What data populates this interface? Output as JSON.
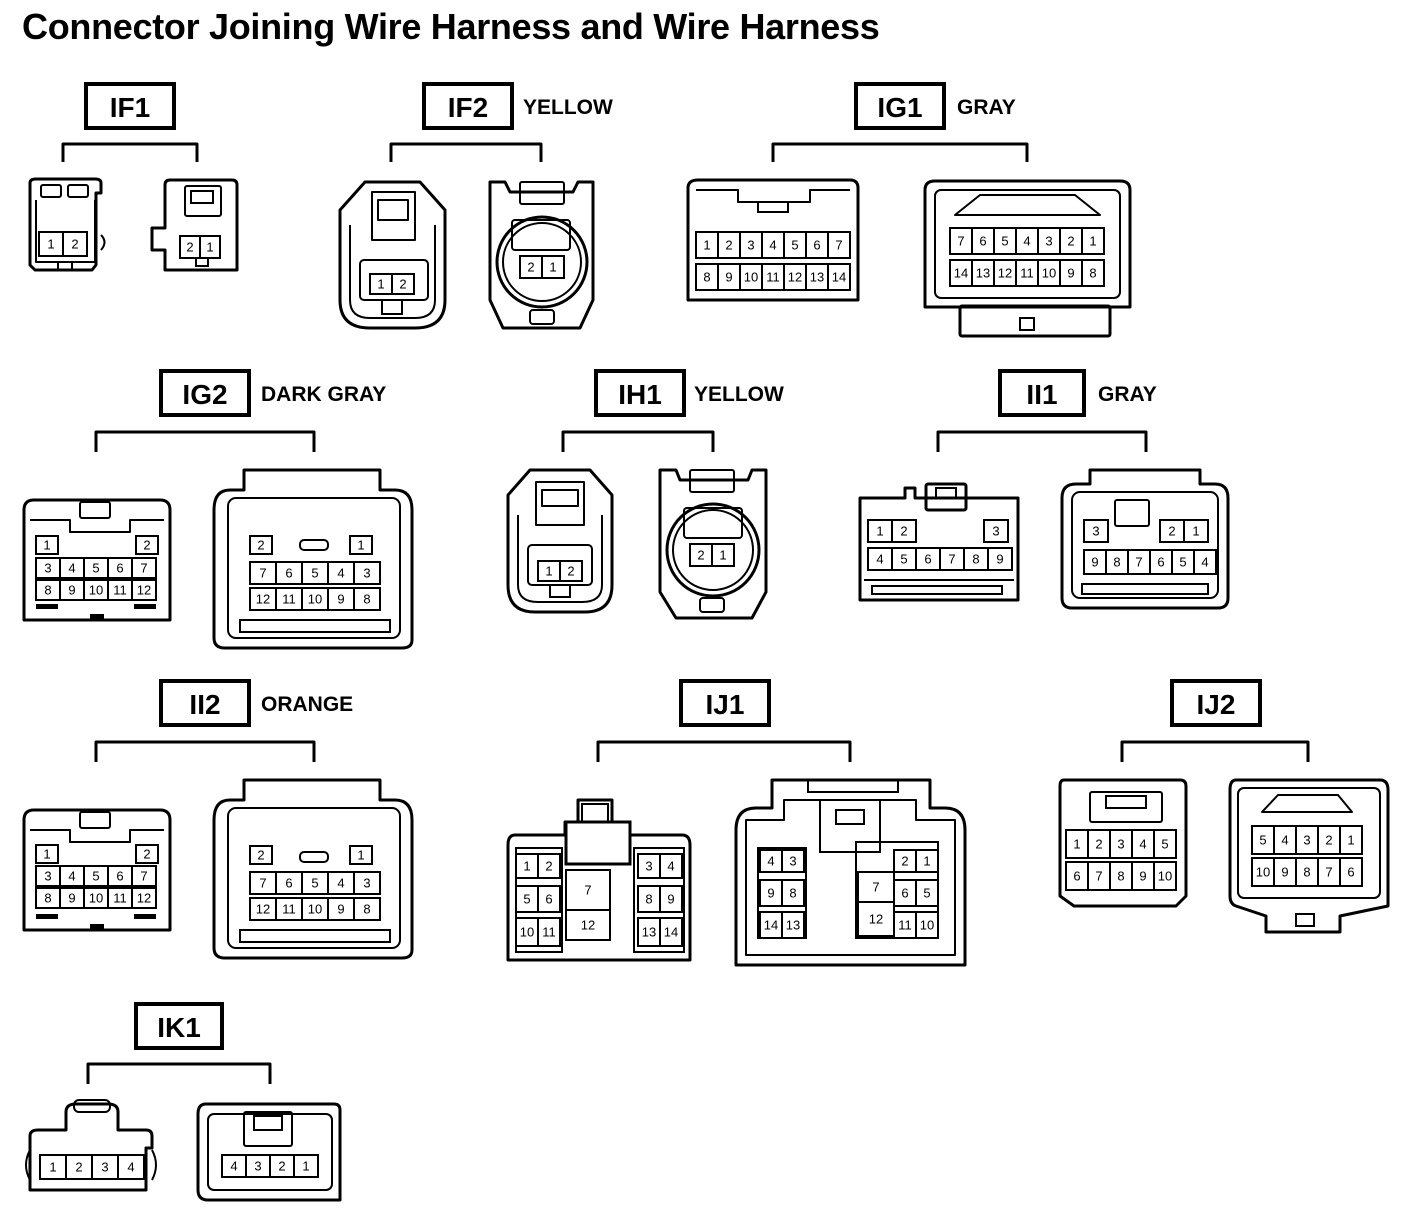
{
  "title": "Connector Joining Wire Harness and Wire Harness",
  "connectors": [
    {
      "id": "IF1",
      "color": "",
      "left": {
        "rows": [
          [
            "1",
            "2"
          ]
        ]
      },
      "right": {
        "rows": [
          [
            "2",
            "1"
          ]
        ]
      }
    },
    {
      "id": "IF2",
      "color": "YELLOW",
      "left": {
        "rows": [
          [
            "1",
            "2"
          ]
        ]
      },
      "right": {
        "rows": [
          [
            "2",
            "1"
          ]
        ]
      }
    },
    {
      "id": "IG1",
      "color": "GRAY",
      "left": {
        "rows": [
          [
            "1",
            "2",
            "3",
            "4",
            "5",
            "6",
            "7"
          ],
          [
            "8",
            "9",
            "10",
            "11",
            "12",
            "13",
            "14"
          ]
        ]
      },
      "right": {
        "rows": [
          [
            "7",
            "6",
            "5",
            "4",
            "3",
            "2",
            "1"
          ],
          [
            "14",
            "13",
            "12",
            "11",
            "10",
            "9",
            "8"
          ]
        ]
      }
    },
    {
      "id": "IG2",
      "color": "DARK GRAY",
      "left": {
        "rows": [
          [
            "1",
            "2"
          ],
          [
            "3",
            "4",
            "5",
            "6",
            "7"
          ],
          [
            "8",
            "9",
            "10",
            "11",
            "12"
          ]
        ]
      },
      "right": {
        "rows": [
          [
            "2",
            "1"
          ],
          [
            "7",
            "6",
            "5",
            "4",
            "3"
          ],
          [
            "12",
            "11",
            "10",
            "9",
            "8"
          ]
        ]
      }
    },
    {
      "id": "IH1",
      "color": "YELLOW",
      "left": {
        "rows": [
          [
            "1",
            "2"
          ]
        ]
      },
      "right": {
        "rows": [
          [
            "2",
            "1"
          ]
        ]
      }
    },
    {
      "id": "II1",
      "color": "GRAY",
      "left": {
        "rows": [
          [
            "1",
            "2",
            "3"
          ],
          [
            "4",
            "5",
            "6",
            "7",
            "8",
            "9"
          ]
        ]
      },
      "right": {
        "rows": [
          [
            "3",
            "2",
            "1"
          ],
          [
            "9",
            "8",
            "7",
            "6",
            "5",
            "4"
          ]
        ]
      }
    },
    {
      "id": "II2",
      "color": "ORANGE",
      "left": {
        "rows": [
          [
            "1",
            "2"
          ],
          [
            "3",
            "4",
            "5",
            "6",
            "7"
          ],
          [
            "8",
            "9",
            "10",
            "11",
            "12"
          ]
        ]
      },
      "right": {
        "rows": [
          [
            "2",
            "1"
          ],
          [
            "7",
            "6",
            "5",
            "4",
            "3"
          ],
          [
            "12",
            "11",
            "10",
            "9",
            "8"
          ]
        ]
      }
    },
    {
      "id": "IJ1",
      "color": "",
      "left": {
        "rows": [
          [
            "1",
            "2",
            "3",
            "4"
          ],
          [
            "5",
            "6",
            "7",
            "8",
            "9"
          ],
          [
            "10",
            "11",
            "12",
            "13",
            "14"
          ]
        ]
      },
      "right": {
        "rows": [
          [
            "4",
            "3",
            "2",
            "1"
          ],
          [
            "9",
            "8",
            "7",
            "6",
            "5"
          ],
          [
            "14",
            "13",
            "12",
            "11",
            "10"
          ]
        ]
      }
    },
    {
      "id": "IJ2",
      "color": "",
      "left": {
        "rows": [
          [
            "1",
            "2",
            "3",
            "4",
            "5"
          ],
          [
            "6",
            "7",
            "8",
            "9",
            "10"
          ]
        ]
      },
      "right": {
        "rows": [
          [
            "5",
            "4",
            "3",
            "2",
            "1"
          ],
          [
            "10",
            "9",
            "8",
            "7",
            "6"
          ]
        ]
      }
    },
    {
      "id": "IK1",
      "color": "",
      "left": {
        "rows": [
          [
            "1",
            "2",
            "3",
            "4"
          ]
        ]
      },
      "right": {
        "rows": [
          [
            "4",
            "3",
            "2",
            "1"
          ]
        ]
      }
    }
  ]
}
